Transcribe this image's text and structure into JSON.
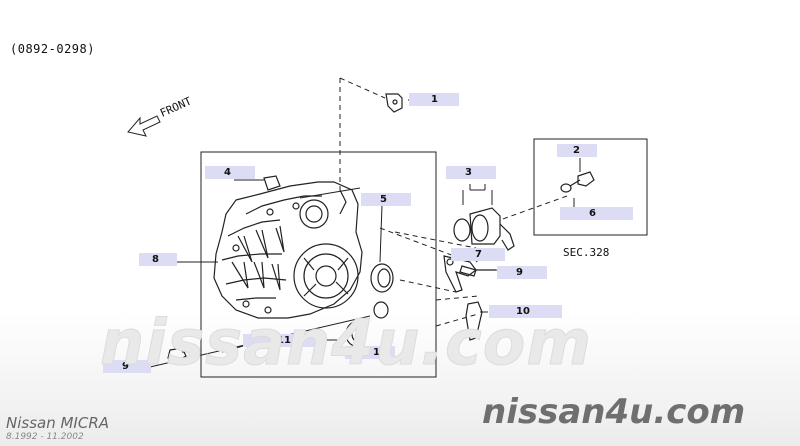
{
  "header": {
    "period_code": "(0892-0298)",
    "direction_label": "FRONT"
  },
  "section_ref": "SEC.328",
  "callouts": [
    {
      "number": "1"
    },
    {
      "number": "2"
    },
    {
      "number": "3"
    },
    {
      "number": "4"
    },
    {
      "number": "5"
    },
    {
      "number": "6"
    },
    {
      "number": "7"
    },
    {
      "number": "8"
    },
    {
      "number": "9"
    },
    {
      "number": "10"
    },
    {
      "number": "11"
    },
    {
      "number": "12"
    },
    {
      "number": "9"
    }
  ],
  "watermark": {
    "center": "nissan4u.com",
    "brand": "nissan4u.com"
  },
  "footer": {
    "model": "Nissan MICRA",
    "years": "8.1992 - 11.2002"
  },
  "colors": {
    "line": "#222222",
    "callout_bg": "#dcdcf4",
    "watermark": "#e9e9e9"
  }
}
